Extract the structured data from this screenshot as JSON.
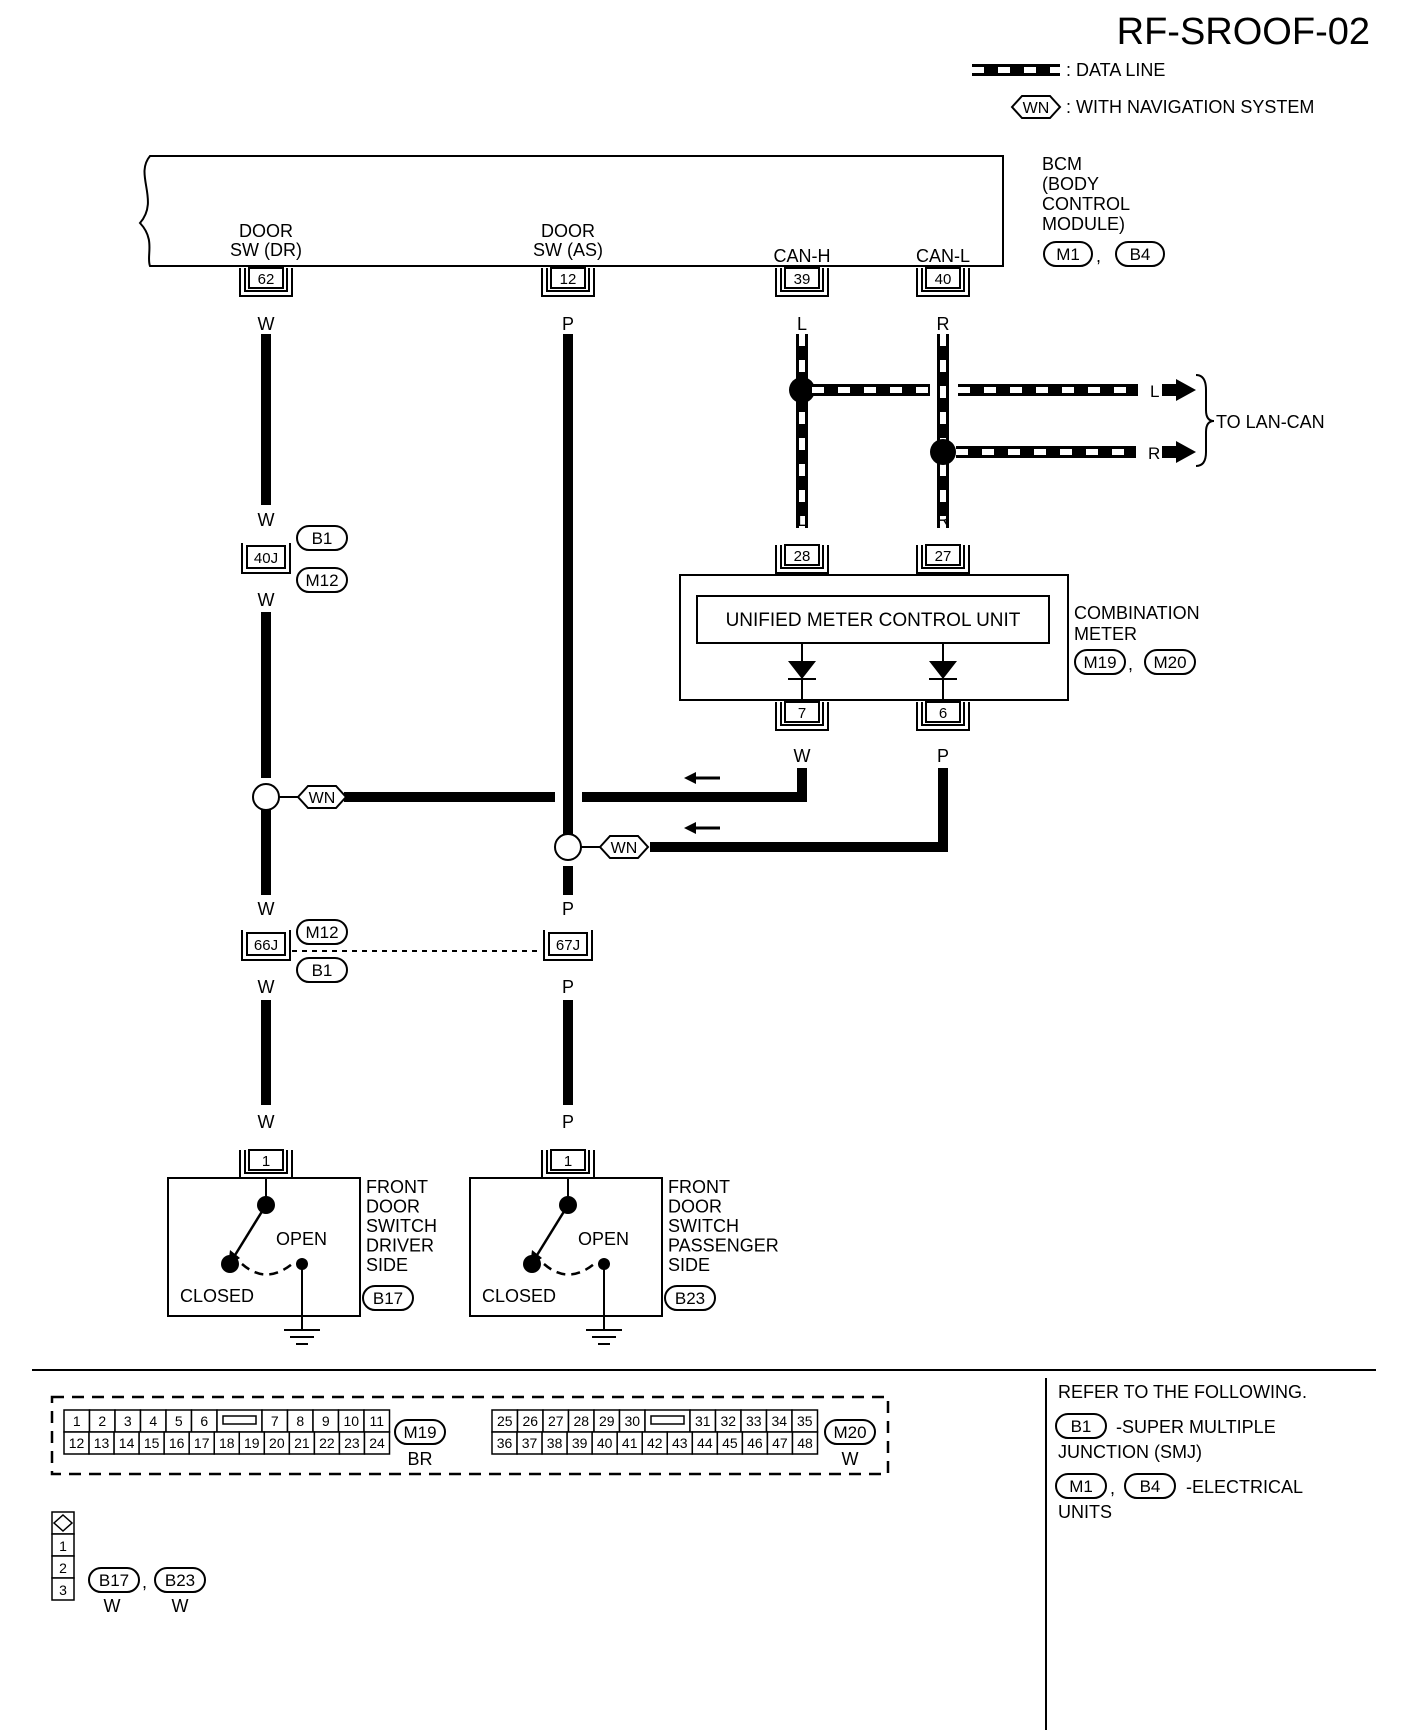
{
  "page_code": "RF-SROOF-02",
  "legend": {
    "data_line": ": DATA LINE",
    "wn_tag": "WN",
    "wn": ": WITH NAVIGATION SYSTEM"
  },
  "bcm": {
    "name_lines": [
      "BCM",
      "(BODY",
      " CONTROL",
      " MODULE)"
    ],
    "connectors": [
      "M1",
      "B4"
    ],
    "terminals": [
      {
        "id": "door-sw-dr",
        "label_lines": [
          "DOOR",
          "SW (DR)"
        ],
        "pin": "62",
        "color": "W"
      },
      {
        "id": "door-sw-as",
        "label_lines": [
          "DOOR",
          "SW (AS)"
        ],
        "pin": "12",
        "color": "P"
      },
      {
        "id": "can-h",
        "label_lines": [
          "CAN-H"
        ],
        "pin": "39",
        "color": "L"
      },
      {
        "id": "can-l",
        "label_lines": [
          "CAN-L"
        ],
        "pin": "40",
        "color": "R"
      }
    ]
  },
  "lan_can": {
    "label": "TO LAN-CAN",
    "l": "L",
    "r": "R"
  },
  "junction_40j": {
    "pin": "40J",
    "top_connector": "B1",
    "bottom_connector": "M12",
    "color_above": "W",
    "color_below": "W"
  },
  "junction_66j": {
    "pin": "66J",
    "top_connector": "M12",
    "bottom_connector": "B1",
    "color_above": "W",
    "color_below": "W"
  },
  "junction_67j": {
    "pin": "67J",
    "color_above": "P",
    "color_below": "P"
  },
  "combination_meter": {
    "name_lines": [
      "COMBINATION",
      "METER"
    ],
    "connectors": [
      "M19",
      "M20"
    ],
    "inner_label": "UNIFIED METER CONTROL UNIT",
    "in_pins": [
      {
        "pin": "28",
        "color": "L"
      },
      {
        "pin": "27",
        "color": "R"
      }
    ],
    "out_pins": [
      {
        "pin": "7",
        "color": "W"
      },
      {
        "pin": "6",
        "color": "P"
      }
    ]
  },
  "wire_colors": {
    "dr_top": "W",
    "as_top": "P",
    "dr_lower": "W",
    "as_lower": "P",
    "dr_bottom": "W",
    "as_bottom": "P",
    "can_l_mid": "L",
    "can_r_mid": "R"
  },
  "switches": [
    {
      "id": "driver",
      "pin": "1",
      "color": "W",
      "name_lines": [
        "FRONT",
        "DOOR",
        "SWITCH",
        "DRIVER",
        "SIDE"
      ],
      "connector": "B17",
      "open": "OPEN",
      "closed": "CLOSED"
    },
    {
      "id": "passenger",
      "pin": "1",
      "color": "P",
      "name_lines": [
        "FRONT",
        "DOOR",
        "SWITCH",
        "PASSENGER",
        "SIDE"
      ],
      "connector": "B23",
      "open": "OPEN",
      "closed": "CLOSED"
    }
  ],
  "connector_views": {
    "m19": {
      "id": "M19",
      "color": "BR",
      "top": [
        "1",
        "2",
        "3",
        "4",
        "5",
        "6",
        "",
        "7",
        "8",
        "9",
        "10",
        "11"
      ],
      "bottom": [
        "12",
        "13",
        "14",
        "15",
        "16",
        "17",
        "18",
        "19",
        "20",
        "21",
        "22",
        "23",
        "24"
      ]
    },
    "m20": {
      "id": "M20",
      "color": "W",
      "top": [
        "25",
        "26",
        "27",
        "28",
        "29",
        "30",
        "",
        "31",
        "32",
        "33",
        "34",
        "35"
      ],
      "bottom": [
        "36",
        "37",
        "38",
        "39",
        "40",
        "41",
        "42",
        "43",
        "44",
        "45",
        "46",
        "47",
        "48"
      ]
    },
    "switch_conn": {
      "pins": [
        "1",
        "2",
        "3"
      ],
      "ids": [
        "B17",
        "B23"
      ],
      "colors": [
        "W",
        "W"
      ]
    }
  },
  "refer": {
    "heading": "REFER TO THE FOLLOWING.",
    "items": [
      {
        "codes": [
          "B1"
        ],
        "desc_lines": [
          "-SUPER MULTIPLE",
          "JUNCTION (SMJ)"
        ]
      },
      {
        "codes": [
          "M1",
          "B4"
        ],
        "desc_lines": [
          "-ELECTRICAL",
          "UNITS"
        ]
      }
    ]
  }
}
